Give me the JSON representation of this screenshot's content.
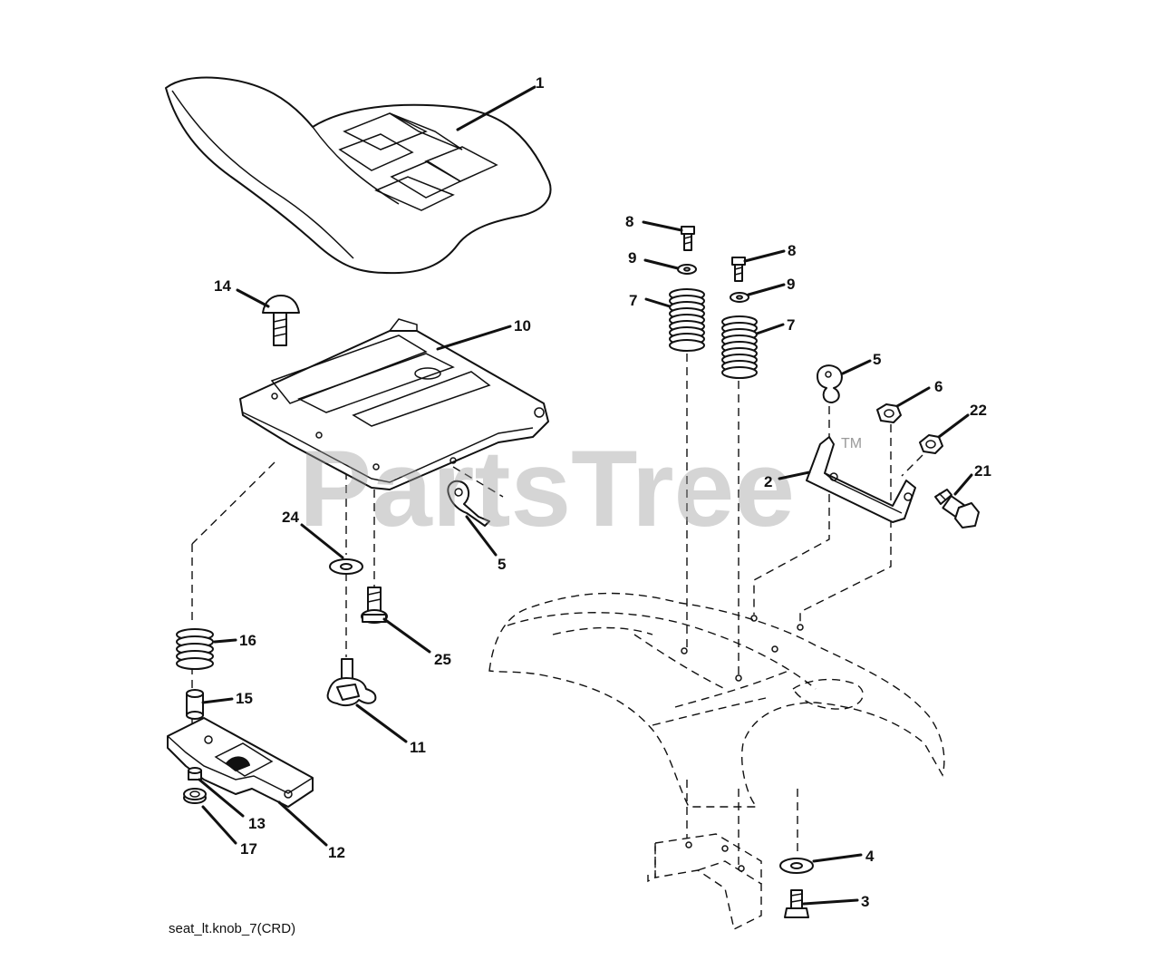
{
  "watermark": {
    "text": "PartsTree",
    "mark": "TM"
  },
  "caption": "seat_lt.knob_7(CRD)",
  "callouts": [
    {
      "id": "c1",
      "label": "1"
    },
    {
      "id": "c2",
      "label": "2"
    },
    {
      "id": "c3",
      "label": "3"
    },
    {
      "id": "c4",
      "label": "4"
    },
    {
      "id": "c5a",
      "label": "5"
    },
    {
      "id": "c5b",
      "label": "5"
    },
    {
      "id": "c6",
      "label": "6"
    },
    {
      "id": "c7a",
      "label": "7"
    },
    {
      "id": "c7b",
      "label": "7"
    },
    {
      "id": "c8a",
      "label": "8"
    },
    {
      "id": "c8b",
      "label": "8"
    },
    {
      "id": "c9a",
      "label": "9"
    },
    {
      "id": "c9b",
      "label": "9"
    },
    {
      "id": "c10",
      "label": "10"
    },
    {
      "id": "c11",
      "label": "11"
    },
    {
      "id": "c12",
      "label": "12"
    },
    {
      "id": "c13",
      "label": "13"
    },
    {
      "id": "c14",
      "label": "14"
    },
    {
      "id": "c15",
      "label": "15"
    },
    {
      "id": "c16",
      "label": "16"
    },
    {
      "id": "c17",
      "label": "17"
    },
    {
      "id": "c21",
      "label": "21"
    },
    {
      "id": "c22",
      "label": "22"
    },
    {
      "id": "c24",
      "label": "24"
    },
    {
      "id": "c25",
      "label": "25"
    }
  ]
}
